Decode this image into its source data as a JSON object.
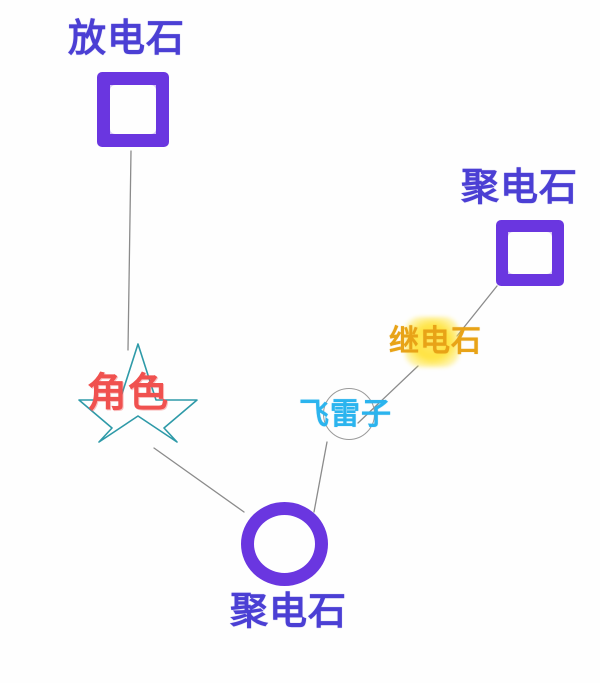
{
  "diagram": {
    "title": "",
    "background_color": "#fefefe",
    "colors": {
      "violet": "#6a36e0",
      "violet_text": "#4b3fd4",
      "red": "#f0514f",
      "cyan": "#2bb4ee",
      "gold": "#e8a317",
      "teal_star": "#2e9aa8",
      "edge_gray": "#8b8b8b",
      "highlight_yellow": "#ffe340"
    },
    "nodes": [
      {
        "id": "discharge-stone",
        "label": "放电石",
        "glyph": "square",
        "glyph_color": "#6a36e0",
        "label_color": "#4b3fd4",
        "label_position": "above"
      },
      {
        "id": "capacitor-stone-top",
        "label": "聚电石",
        "glyph": "square",
        "glyph_color": "#6a36e0",
        "label_color": "#4b3fd4",
        "label_position": "above"
      },
      {
        "id": "character",
        "label": "角色",
        "glyph": "star",
        "glyph_color": "#2e9aa8",
        "label_color": "#f0514f",
        "label_position": "center"
      },
      {
        "id": "relay-stone",
        "label": "继电石",
        "glyph": "highlight",
        "glyph_color": "#ffe340",
        "label_color": "#e8a317",
        "label_position": "center"
      },
      {
        "id": "flying-thunder",
        "label": "飞雷子",
        "glyph": "circle-outline",
        "glyph_color": "#9a9a9a",
        "label_color": "#2bb4ee",
        "label_position": "center"
      },
      {
        "id": "capacitor-stone-bottom",
        "label": "聚电石",
        "glyph": "ring",
        "glyph_color": "#6a36e0",
        "label_color": "#4b3fd4",
        "label_position": "below"
      }
    ],
    "edges": [
      {
        "from": "discharge-stone",
        "to": "character"
      },
      {
        "from": "character",
        "to": "capacitor-stone-bottom"
      },
      {
        "from": "capacitor-stone-bottom",
        "to": "flying-thunder"
      },
      {
        "from": "flying-thunder",
        "to": "relay-stone"
      },
      {
        "from": "relay-stone",
        "to": "capacitor-stone-top"
      }
    ]
  }
}
